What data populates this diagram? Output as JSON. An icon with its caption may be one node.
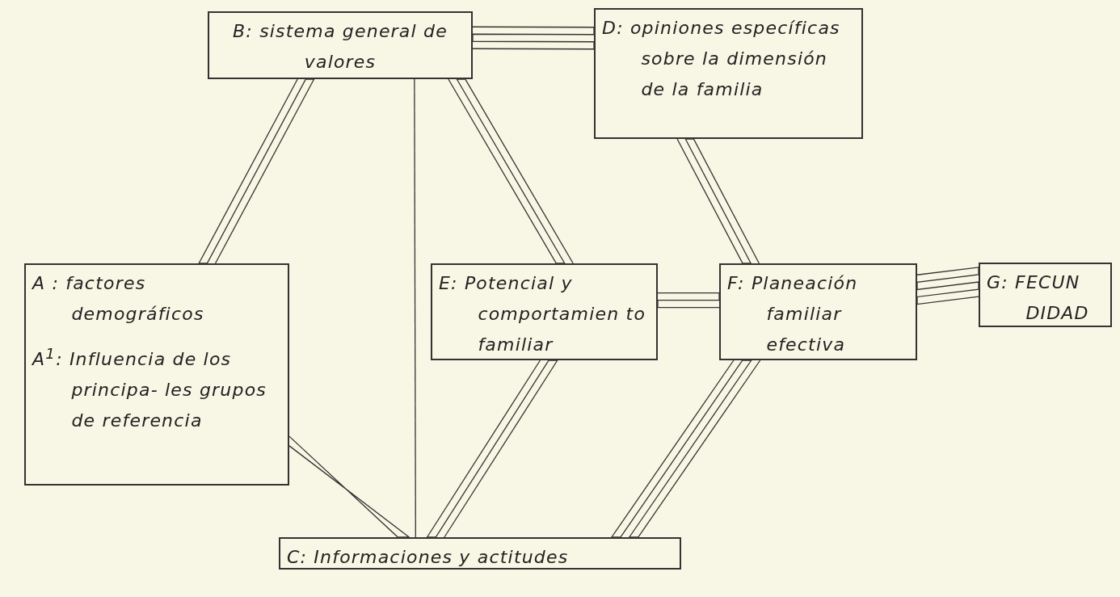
{
  "diagram": {
    "nodes": [
      {
        "text": [
          "B: sistema general de valores"
        ]
      },
      {
        "text": [
          "D: opiniones específicas sobre la dimensión de la familia"
        ]
      },
      {
        "text": [
          "A : factores demográficos",
          "A$^{1}$: Influencia de los principa- les grupos de referencia"
        ]
      },
      {
        "text": [
          "E: Potencial y comportamien to familiar"
        ]
      },
      {
        "text": [
          "F: Planeación familiar efectiva"
        ]
      },
      {
        "text": [
          "G: FECUN DIDAD"
        ]
      },
      {
        "text": [
          "C: Informaciones y actitudes"
        ]
      }
    ],
    "edges": [
      {
        "from": 0,
        "to": 1,
        "arrow": "none"
      },
      {
        "from": 0,
        "to": 2,
        "arrow": "none"
      },
      {
        "from": 0,
        "to": 6,
        "arrow": "none"
      },
      {
        "from": 0,
        "to": 3,
        "arrow": "none"
      },
      {
        "from": 1,
        "to": 4,
        "arrow": "none"
      },
      {
        "from": 2,
        "to": 6,
        "arrow": "none"
      },
      {
        "from": 3,
        "to": 4,
        "arrow": "none"
      },
      {
        "from": 3,
        "to": 6,
        "arrow": "none"
      },
      {
        "from": 4,
        "to": 5,
        "arrow": "none"
      },
      {
        "from": 4,
        "to": 6,
        "arrow": "none"
      }
    ]
  }
}
